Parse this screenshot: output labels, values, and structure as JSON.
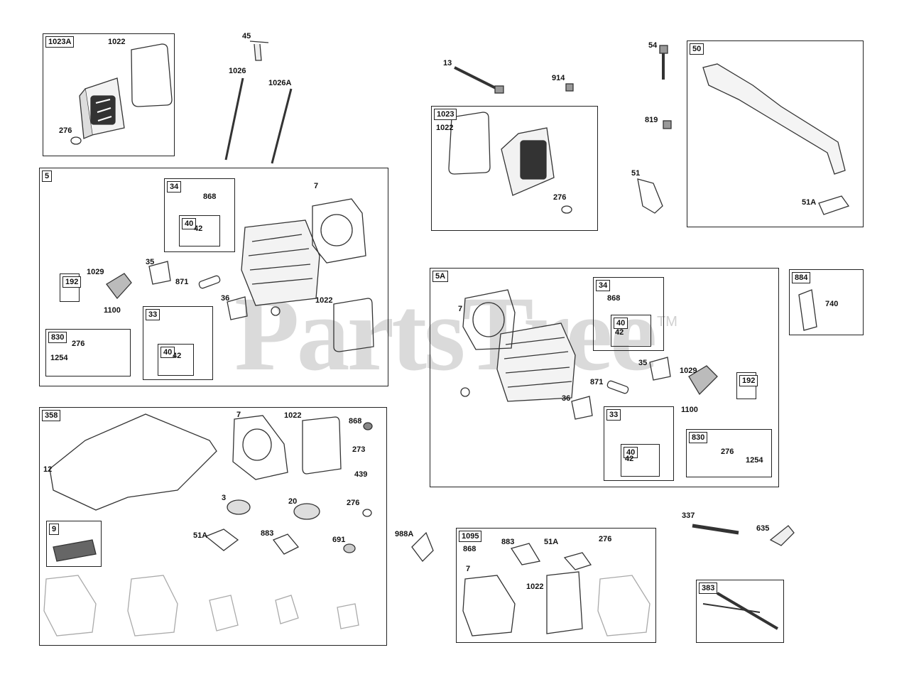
{
  "watermark": {
    "text": "PartsTree",
    "trademark": "TM"
  },
  "groups": [
    {
      "id": "1023A"
    },
    {
      "id": "5"
    },
    {
      "id": "34"
    },
    {
      "id": "40"
    },
    {
      "id": "192"
    },
    {
      "id": "33"
    },
    {
      "id": "40b",
      "label": "40"
    },
    {
      "id": "830"
    },
    {
      "id": "1023"
    },
    {
      "id": "50"
    },
    {
      "id": "5A"
    },
    {
      "id": "34b",
      "label": "34"
    },
    {
      "id": "40c",
      "label": "40"
    },
    {
      "id": "192b",
      "label": "192"
    },
    {
      "id": "33b",
      "label": "33"
    },
    {
      "id": "40d",
      "label": "40"
    },
    {
      "id": "830b",
      "label": "830"
    },
    {
      "id": "884"
    },
    {
      "id": "358"
    },
    {
      "id": "9"
    },
    {
      "id": "1095"
    },
    {
      "id": "383"
    }
  ],
  "callouts": {
    "c1022a": "1022",
    "c276a": "276",
    "c45": "45",
    "c1026": "1026",
    "c1026A": "1026A",
    "c13": "13",
    "c914": "914",
    "c54": "54",
    "c819": "819",
    "c51": "51",
    "c51Aa": "51A",
    "c1022b": "1022",
    "c276b": "276",
    "c868a": "868",
    "c42a": "42",
    "c7a": "7",
    "c1029a": "1029",
    "c35a": "35",
    "c871a": "871",
    "c36a": "36",
    "c1100a": "1100",
    "c1022c": "1022",
    "c42b": "42",
    "c276c": "276",
    "c1254a": "1254",
    "c7b": "7",
    "c868b": "868",
    "c42c": "42",
    "c35b": "35",
    "c1029b": "1029",
    "c871b": "871",
    "c36b": "36",
    "c1100b": "1100",
    "c42d": "42",
    "c276d": "276",
    "c1254b": "1254",
    "c740": "740",
    "c12": "12",
    "c7c": "7",
    "c1022d": "1022",
    "c868c": "868",
    "c273": "273",
    "c439": "439",
    "c3": "3",
    "c20": "20",
    "c276e": "276",
    "c51Ab": "51A",
    "c883a": "883",
    "c691": "691",
    "c988A": "988A",
    "c868d": "868",
    "c883b": "883",
    "c51Ac": "51A",
    "c276f": "276",
    "c7d": "7",
    "c1022e": "1022",
    "c337": "337",
    "c635": "635"
  }
}
